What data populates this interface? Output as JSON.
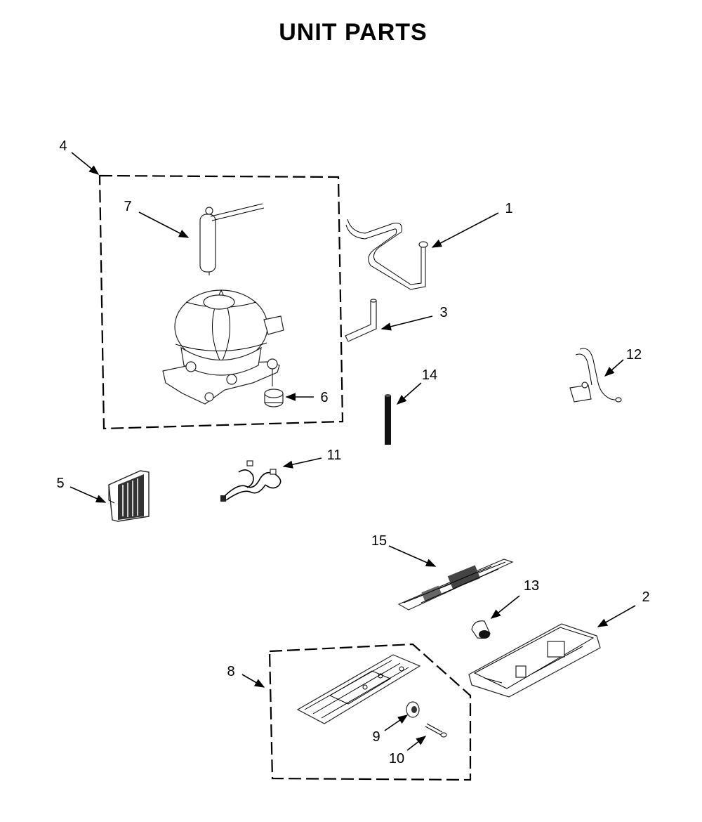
{
  "title": "UNIT PARTS",
  "callouts": {
    "c1": "1",
    "c2": "2",
    "c3": "3",
    "c4": "4",
    "c5": "5",
    "c6": "6",
    "c7": "7",
    "c8": "8",
    "c9": "9",
    "c10": "10",
    "c11": "11",
    "c12": "12",
    "c13": "13",
    "c14": "14",
    "c15": "15"
  }
}
